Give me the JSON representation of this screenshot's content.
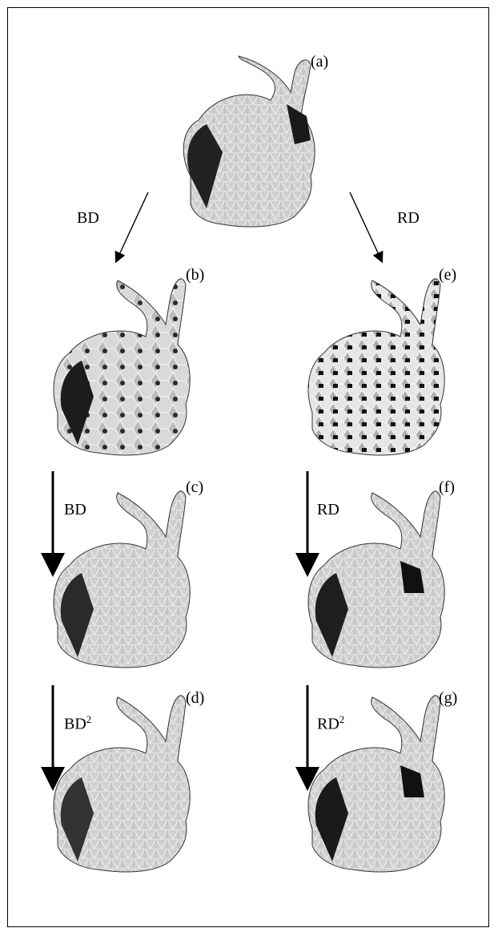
{
  "panels": {
    "a": {
      "label": "(a)"
    },
    "b": {
      "label": "(b)"
    },
    "c": {
      "label": "(c)"
    },
    "d": {
      "label": "(d)"
    },
    "e": {
      "label": "(e)"
    },
    "f": {
      "label": "(f)"
    },
    "g": {
      "label": "(g)"
    }
  },
  "arrows": {
    "left_top": {
      "label": "BD"
    },
    "right_top": {
      "label": "RD"
    },
    "left_mid": {
      "label": "BD"
    },
    "right_mid": {
      "label": "RD"
    },
    "left_bottom": {
      "label": "BD",
      "exponent": "2"
    },
    "right_bottom": {
      "label": "RD",
      "exponent": "2"
    }
  },
  "colors": {
    "ink": "#000000",
    "mesh_light": "#d8d8d8",
    "mesh_dark": "#1a1a1a"
  }
}
